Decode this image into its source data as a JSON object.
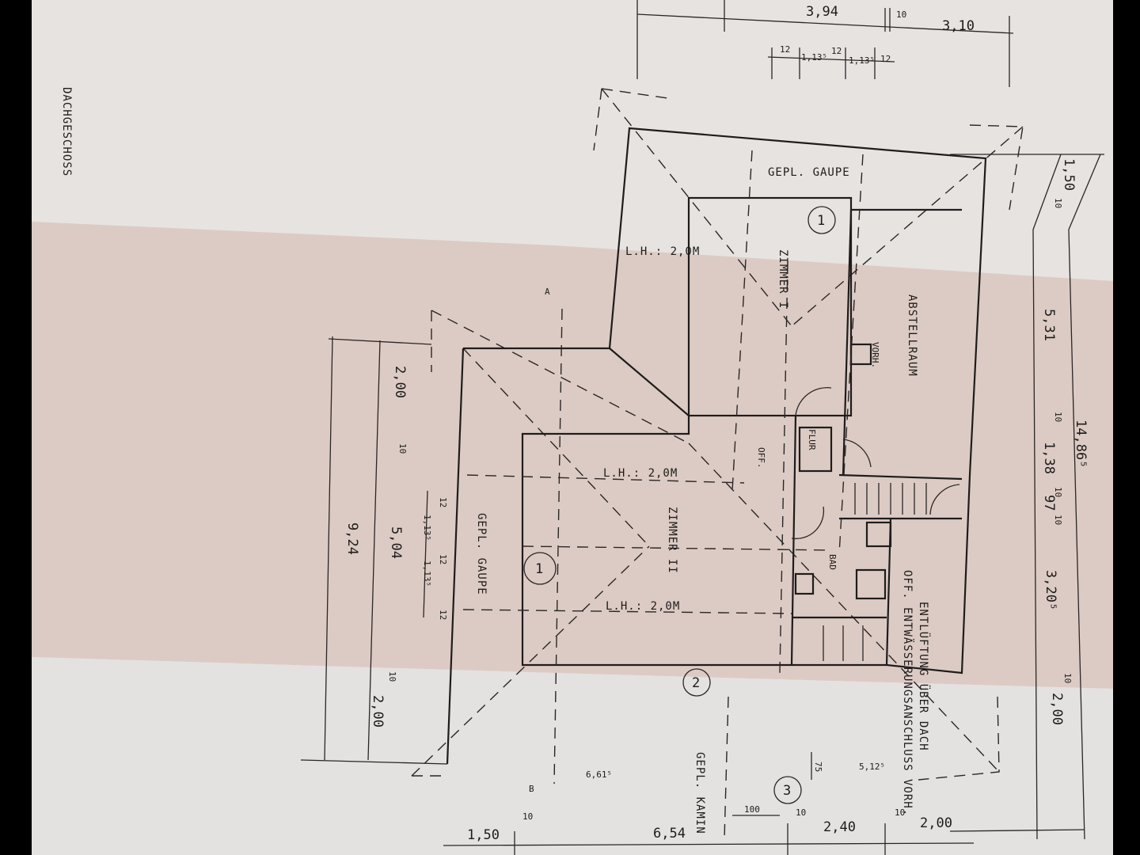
{
  "drawing_title": "DACHGESCHOSS",
  "rooms": {
    "room1": "ZIMMER I",
    "room2": "ZIMMER II",
    "storage": "ABSTELLRAUM",
    "bath": "BAD",
    "hall": "FLUR",
    "vorh": "VORH.",
    "off": "OFF."
  },
  "notes": {
    "lh_top": "L.H.: 2,0M",
    "lh_mid": "L.H.: 2,0M",
    "lh_bottom": "L.H.: 2,0M",
    "dormer_top": "GEPL. GAUPE",
    "dormer_left": "GEPL. GAUPE",
    "chimney": "GEPL. KAMIN",
    "vent": "ENTLÜFTUNG ÜBER DACH",
    "drain": "OFF. ENTWÄSSERUNGSANSCHLUSS VORH.",
    "section_a": "A",
    "section_b": "B",
    "marker1a": "1",
    "marker1b": "1",
    "marker2": "2",
    "marker3": "3"
  },
  "dimensions": {
    "top": [
      "3,94",
      "3,10",
      "10"
    ],
    "top_small": [
      "12",
      "1,13⁵",
      "12",
      "1,13⁵",
      "12"
    ],
    "right_outer": "14,86⁵",
    "right_inner": [
      "1,50",
      "10",
      "5,31",
      "10",
      "1,38",
      "10",
      "97",
      "10",
      "3,20⁵",
      "10",
      "2,00"
    ],
    "left_outer": "9,24",
    "left_inner": [
      "2,00",
      "10",
      "5,04",
      "10",
      "2,00"
    ],
    "left_small": [
      "12",
      "1,13⁵",
      "12",
      "1,13⁵",
      "12"
    ],
    "bottom": [
      "1,50",
      "10",
      "6,54",
      "10",
      "2,40",
      "10",
      "2,00"
    ],
    "inner_misc": [
      "6,61⁵",
      "5,12⁵",
      "75",
      "100"
    ]
  },
  "colors": {
    "paper": "#e6e1de",
    "band": "#d9c9c2",
    "ink": "#1f1c1c"
  }
}
